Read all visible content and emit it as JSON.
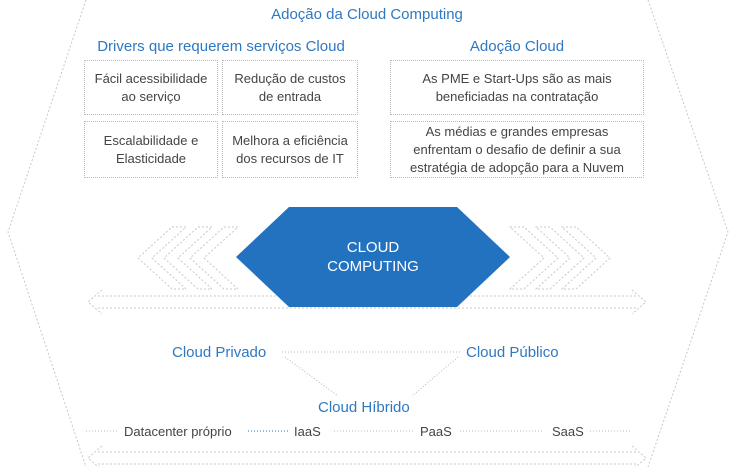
{
  "title": "Adoção da Cloud Computing",
  "drivers": {
    "heading": "Drivers que requerem serviços Cloud",
    "items": [
      "Fácil acessibilidade ao serviço",
      "Redução de custos de entrada",
      "Escalabilidade e Elasticidade",
      "Melhora a eficiência dos recursos de IT"
    ]
  },
  "adoption": {
    "heading": "Adoção Cloud",
    "items": [
      "As PME e Start-Ups são as mais beneficiadas na contratação",
      "As médias e grandes empresas enfrentam o desafio de definir a sua estratégia de adopção para a Nuvem"
    ]
  },
  "center": {
    "label": "CLOUD COMPUTING"
  },
  "models": {
    "private": "Cloud Privado",
    "public": "Cloud Público",
    "hybrid": "Cloud Híbrido"
  },
  "services": [
    "Datacenter próprio",
    "IaaS",
    "PaaS",
    "SaaS"
  ],
  "colors": {
    "accent": "#2f78c2",
    "hexagon": "#2372c0",
    "outline": "#c8c8c8",
    "text": "#444444"
  }
}
